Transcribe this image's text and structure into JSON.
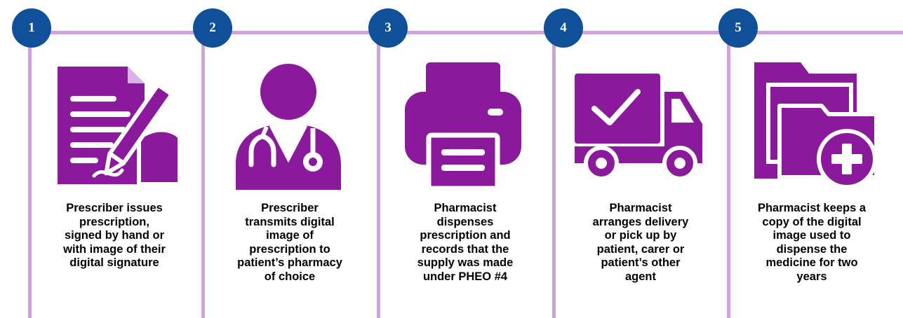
{
  "colors": {
    "accent": "#8a1a9b",
    "badge": "#10509a",
    "divider": "#cfa4dc"
  },
  "steps": [
    {
      "number": "1",
      "icon": "prescription-writing-icon",
      "lines": [
        "Prescriber issues",
        "prescription,",
        "signed by hand or",
        "with image of their",
        "digital signature"
      ]
    },
    {
      "number": "2",
      "icon": "doctor-icon",
      "lines": [
        "Prescriber",
        "transmits digital",
        "image of",
        "prescription to",
        "patient’s pharmacy",
        "of choice"
      ]
    },
    {
      "number": "3",
      "icon": "printer-icon",
      "lines": [
        "Pharmacist",
        "dispenses",
        "prescription and",
        "records that the",
        "supply was made",
        "under PHEO #4"
      ]
    },
    {
      "number": "4",
      "icon": "delivery-truck-icon",
      "lines": [
        "Pharmacist",
        "arranges delivery",
        "or pick up by",
        "patient, carer or",
        "patient’s other",
        "agent"
      ]
    },
    {
      "number": "5",
      "icon": "folder-add-icon",
      "lines": [
        "Pharmacist keeps a",
        "copy of the digital",
        "image used to",
        "dispense the",
        "medicine for two",
        "years"
      ]
    }
  ]
}
